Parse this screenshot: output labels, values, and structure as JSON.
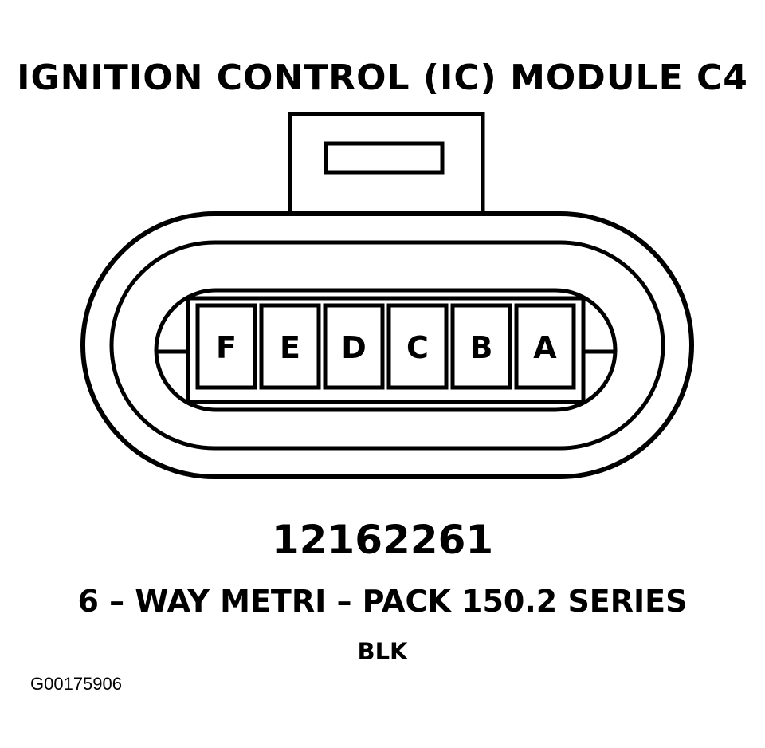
{
  "title": "IGNITION CONTROL (IC) MODULE C4",
  "connector": {
    "pins": [
      "F",
      "E",
      "D",
      "C",
      "B",
      "A"
    ]
  },
  "part_number": "12162261",
  "series": "6 – WAY METRI – PACK 150.2 SERIES",
  "color_code": "BLK",
  "reference_id": "G00175906"
}
